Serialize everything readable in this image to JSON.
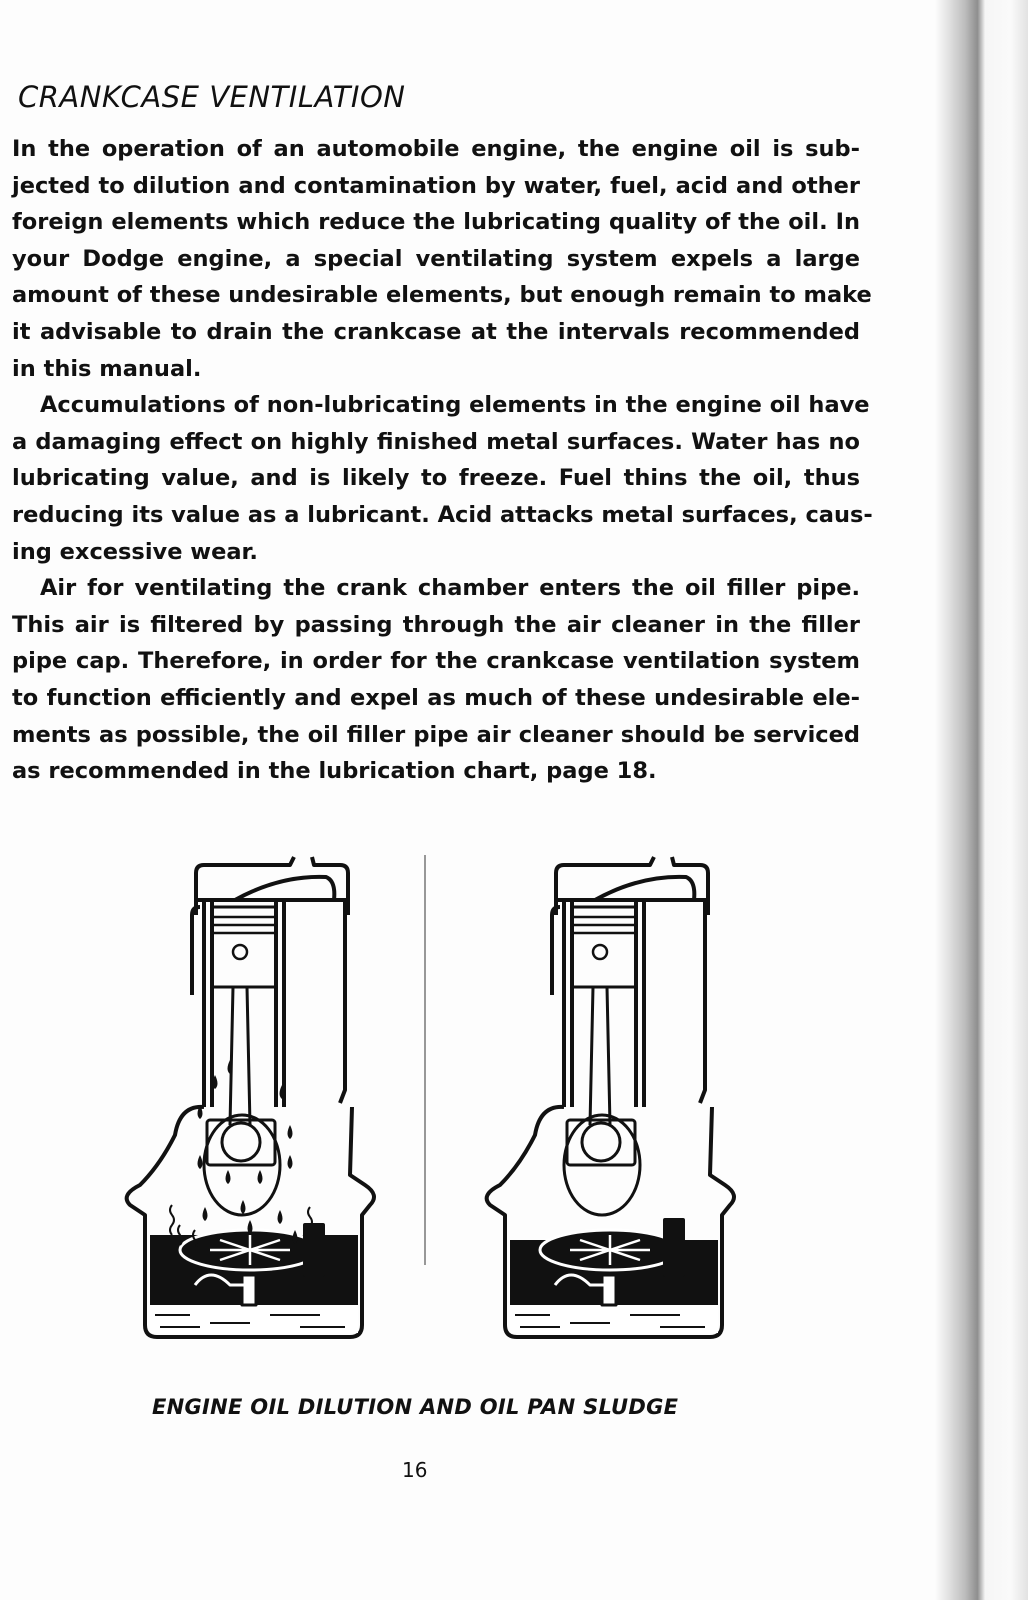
{
  "page": {
    "heading": "CRANKCASE VENTILATION",
    "paragraphs": [
      {
        "lines": [
          "In the operation of an automobile engine, the engine oil is sub-",
          "jected to dilution and contamination by water, fuel, acid and other",
          "foreign elements which reduce the lubricating quality of the oil. In",
          "your Dodge engine, a special ventilating system expels a large",
          "amount of these undesirable elements, but enough remain to make",
          "it advisable to drain the crankcase at the intervals recommended",
          "in this manual."
        ]
      },
      {
        "lines": [
          "Accumulations of non-lubricating elements in the engine oil have",
          "a damaging effect on highly finished metal surfaces. Water has no",
          "lubricating value, and is likely to freeze. Fuel thins the oil, thus",
          "reducing its value as a lubricant. Acid attacks metal surfaces, caus-",
          "ing excessive wear."
        ]
      },
      {
        "lines": [
          "Air for ventilating the crank chamber enters the oil filler pipe.",
          "This air is filtered by passing through the air cleaner in the filler",
          "pipe cap. Therefore, in order for the crankcase ventilation system",
          "to function efficiently and expel as much of these undesirable ele-",
          "ments as possible, the oil filler pipe air cleaner should be serviced",
          "as recommended in the lubrication chart, page 18."
        ]
      }
    ],
    "figure": {
      "left_panel": "engine cross-section with oil dilution droplets and sludge in oil pan",
      "right_panel": "engine cross-section with clean crankcase and sludge in oil pan",
      "caption": "ENGINE OIL DILUTION AND OIL PAN SLUDGE"
    },
    "page_number": "16"
  }
}
